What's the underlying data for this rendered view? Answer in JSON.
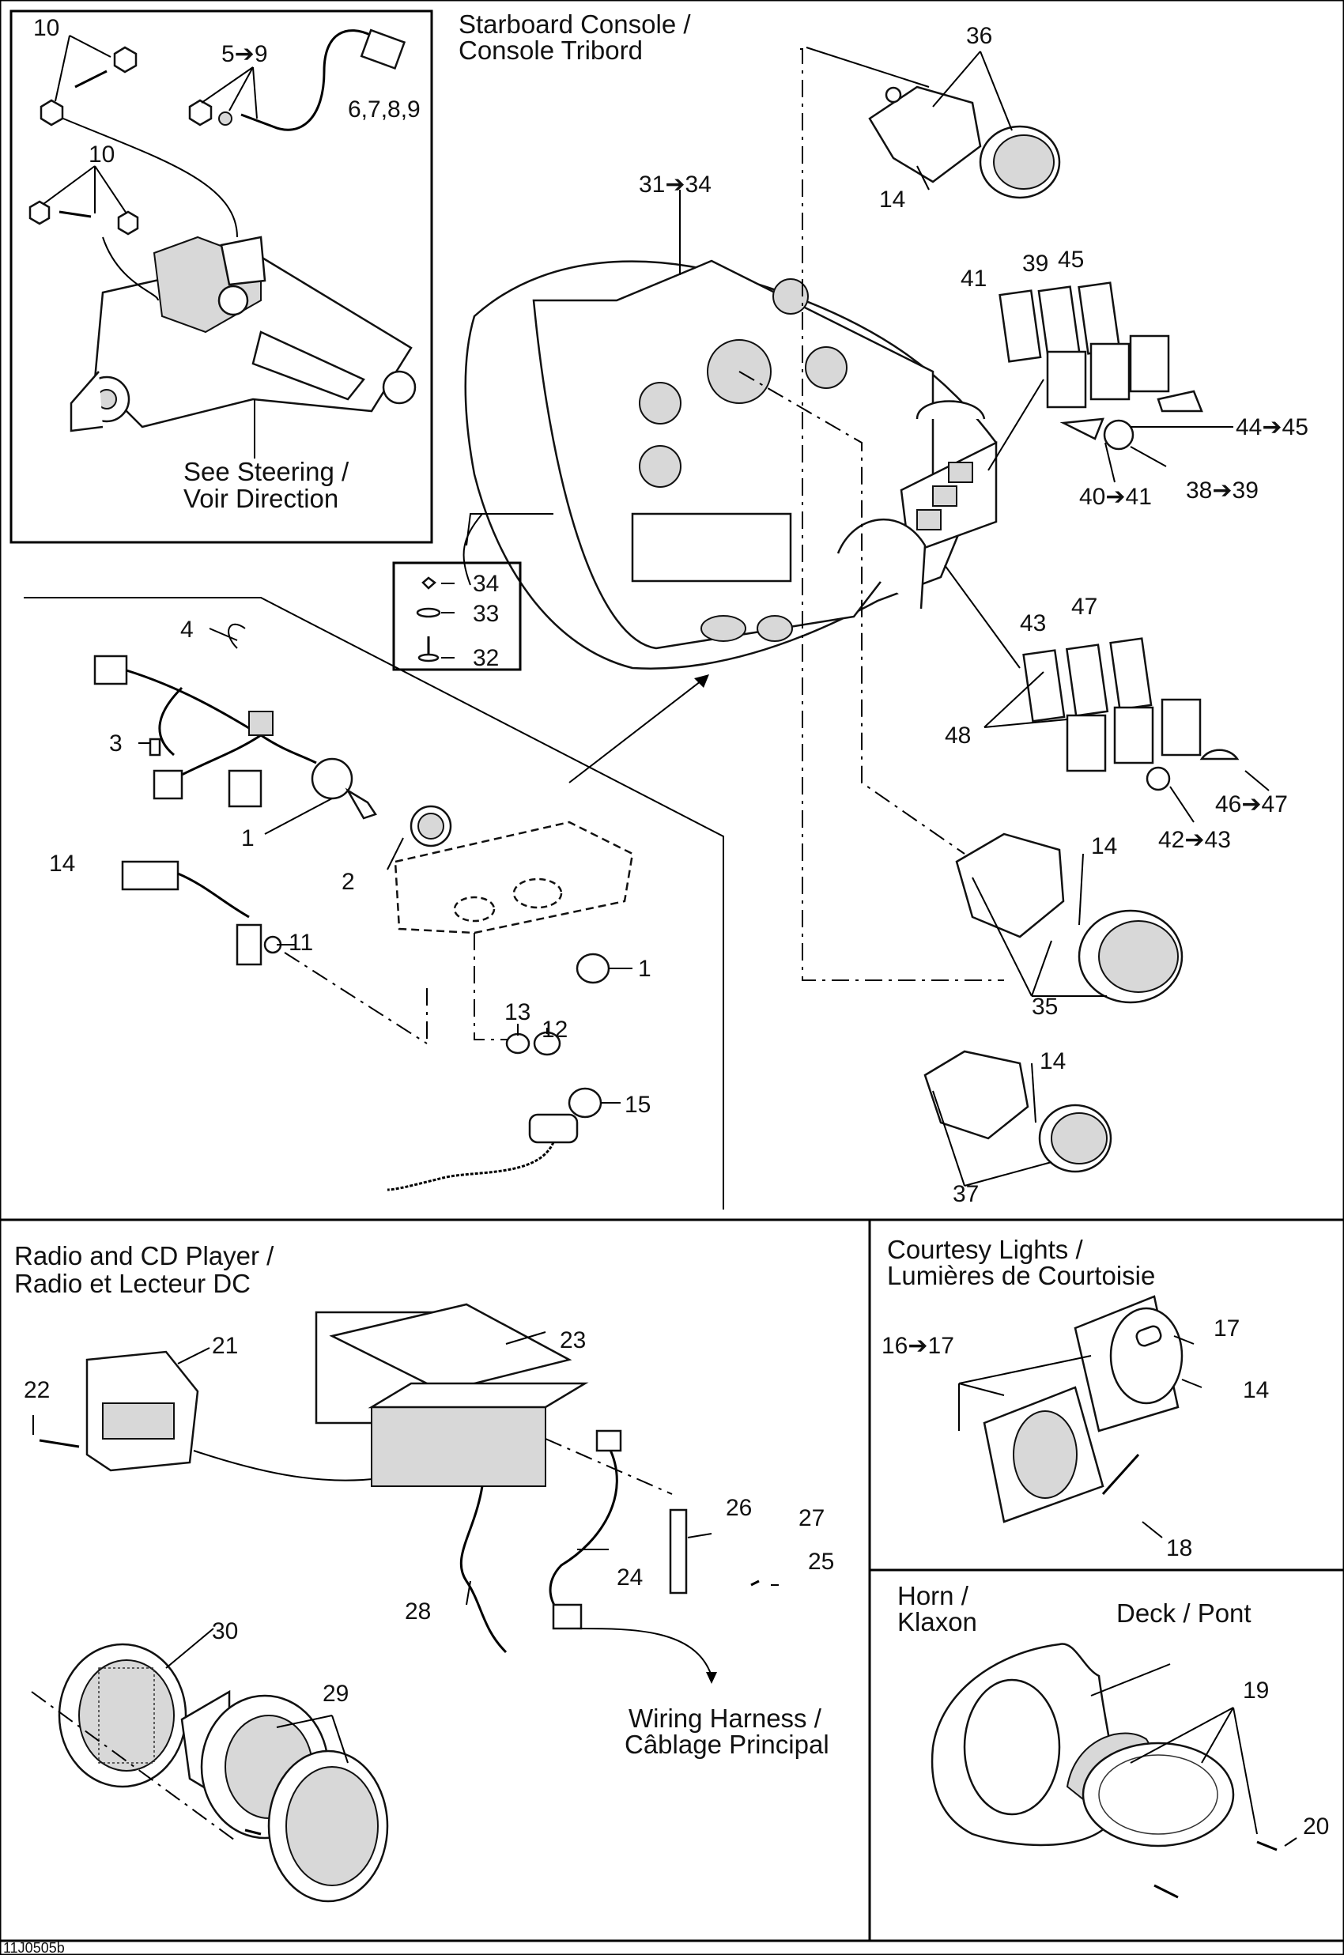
{
  "sections": {
    "starboard_console": "Starboard Console /",
    "starboard_console_fr": "Console Tribord",
    "see_steering": "See  Steering /",
    "see_steering_fr": "Voir Direction",
    "radio": "Radio and CD Player /",
    "radio_fr": "Radio et Lecteur DC",
    "courtesy": "Courtesy Lights /",
    "courtesy_fr": "Lumières de Courtoisie",
    "horn": "Horn /",
    "horn_fr": "Klaxon",
    "deck": "Deck / Pont",
    "wiring": "Wiring Harness /",
    "wiring_fr": "Câblage Principal"
  },
  "labels": {
    "p10a": "10",
    "p5_9": "5➔9",
    "p6789": "6,7,8,9",
    "p10b": "10",
    "p36": "36",
    "p31_34": "31➔34",
    "p14a": "14",
    "p41": "41",
    "p39": "39",
    "p45": "45",
    "p44_45": "44➔45",
    "p40_41": "40➔41",
    "p38_39": "38➔39",
    "p34": "34",
    "p33": "33",
    "p32": "32",
    "p4": "4",
    "p3": "3",
    "p1a": "1",
    "p2": "2",
    "p14b": "14",
    "p11": "11",
    "p1b": "1",
    "p13": "13",
    "p12": "12",
    "p15": "15",
    "p43": "43",
    "p47": "47",
    "p48": "48",
    "p46_47": "46➔47",
    "p42_43": "42➔43",
    "p14c": "14",
    "p35": "35",
    "p14d": "14",
    "p37": "37",
    "p21": "21",
    "p22": "22",
    "p23": "23",
    "p26": "26",
    "p27": "27",
    "p25": "25",
    "p24": "24",
    "p28": "28",
    "p30": "30",
    "p29": "29",
    "p16_17": "16➔17",
    "p17": "17",
    "p14e": "14",
    "p18": "18",
    "p19": "19",
    "p20": "20"
  },
  "footer_code": "11J0505b"
}
